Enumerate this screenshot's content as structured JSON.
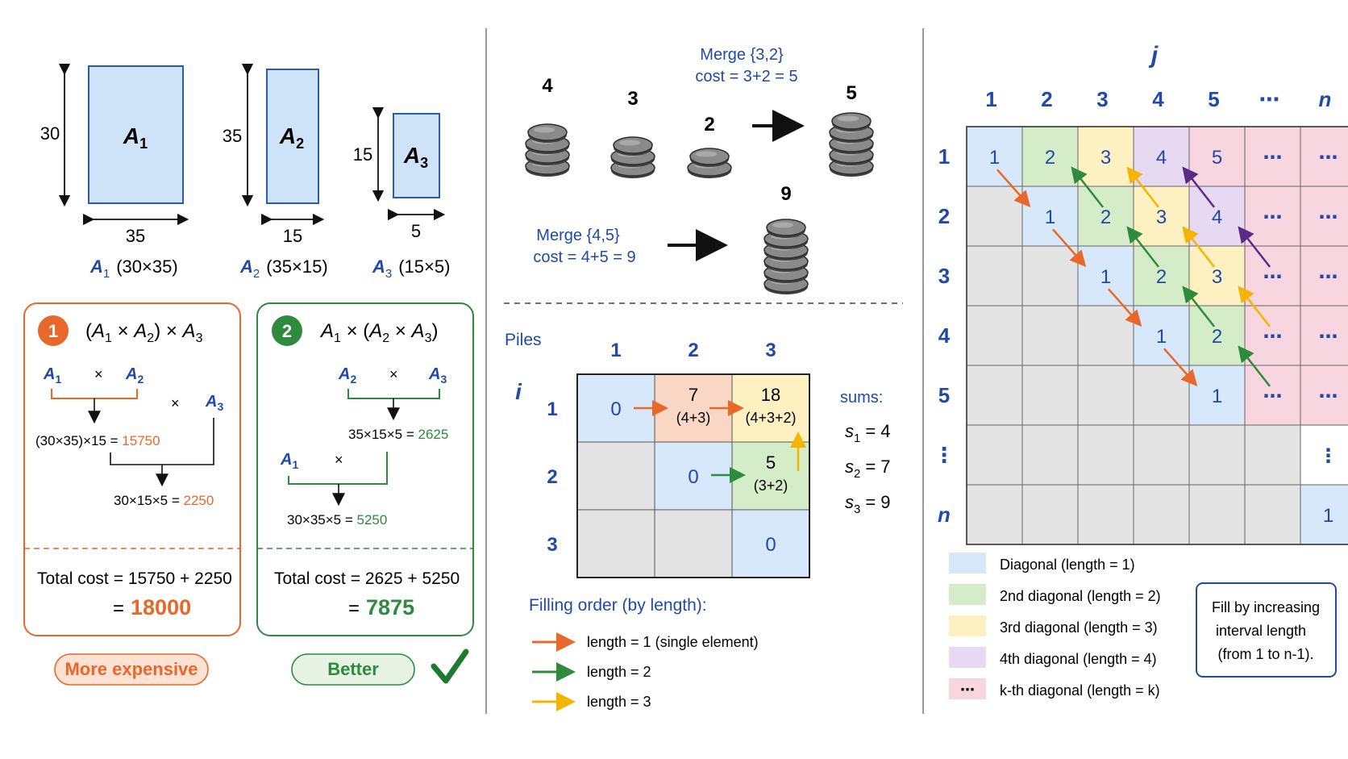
{
  "colors": {
    "orange": "#e8672a",
    "green": "#2e8b3e",
    "yellow": "#f5b400",
    "blue_text": "#1f4aa8",
    "purple": "#5b2a86",
    "len1": "#d6e8f9",
    "len2": "#d5ecc8",
    "len3": "#fdf1c2",
    "len4": "#e6d9f1",
    "lenk": "#f7d6df",
    "gray": "#e4e4e4",
    "matrix_fill": "#cfe3f8",
    "matrix_stroke": "#2a5db0"
  },
  "panel1": {
    "matrices": [
      {
        "name": "A",
        "sub": "1",
        "height_label": "30",
        "width_label": "35",
        "caption_dims": "(30×35)"
      },
      {
        "name": "A",
        "sub": "2",
        "height_label": "35",
        "width_label": "15",
        "caption_dims": "(35×15)"
      },
      {
        "name": "A",
        "sub": "3",
        "height_label": "15",
        "width_label": "5",
        "caption_dims": "(15×5)"
      }
    ],
    "option1": {
      "number": "1",
      "title_parts": [
        "(",
        "A",
        "1",
        " × ",
        "A",
        "2",
        ") × ",
        "A",
        "3"
      ],
      "op_times": "×",
      "step1_expr": "(30×35)×15 = ",
      "step1_val": "15750",
      "step2_expr": "30×15×5 = ",
      "step2_val": "2250",
      "total_label": "Total cost",
      "total_expr": "= 15750 + 2250",
      "eq": "=",
      "total_value": "18000",
      "verdict": "More expensive"
    },
    "option2": {
      "number": "2",
      "step1_expr": "35×15×5 = ",
      "step1_val": "2625",
      "step2_expr": "30×35×5 = ",
      "step2_val": "5250",
      "total_label": "Total cost",
      "total_expr": "= 2625 + 5250",
      "eq": "=",
      "total_value": "7875",
      "verdict": "Better"
    }
  },
  "panel2": {
    "piles": [
      "4",
      "3",
      "2"
    ],
    "merge1": {
      "title": "Merge {3,2}",
      "cost": "cost = 3+2 = 5",
      "result": "5"
    },
    "merge2": {
      "title": "Merge {4,5}",
      "cost": "cost = 4+5 = 9",
      "result": "9"
    },
    "table": {
      "piles_label": "Piles",
      "i_label": "i",
      "col_headers": [
        "1",
        "2",
        "3"
      ],
      "row_headers": [
        "1",
        "2",
        "3"
      ],
      "cells": [
        [
          "0",
          "7|(4+3)",
          "18|(4+3+2)"
        ],
        [
          "",
          "0",
          "5|(3+2)"
        ],
        [
          "",
          "",
          "0"
        ]
      ]
    },
    "sums_label": "sums:",
    "sums": [
      {
        "sub": "1",
        "val": "= 4"
      },
      {
        "sub": "2",
        "val": "= 7"
      },
      {
        "sub": "3",
        "val": "= 9"
      }
    ],
    "filling_title": "Filling order (by length):",
    "filling": [
      {
        "color": "#e8672a",
        "text": "length = 1 (single element)"
      },
      {
        "color": "#2e8b3e",
        "text": "length = 2"
      },
      {
        "color": "#f5b400",
        "text": "length = 3"
      }
    ]
  },
  "panel3": {
    "j_label": "j",
    "col_headers": [
      "1",
      "2",
      "3",
      "4",
      "5",
      "⋯",
      "n"
    ],
    "row_headers": [
      "1",
      "2",
      "3",
      "4",
      "5",
      "⋮",
      "n"
    ],
    "legend": [
      {
        "color": "#d6e8f9",
        "text": "Diagonal (length = 1)"
      },
      {
        "color": "#d5ecc8",
        "text": "2nd diagonal (length = 2)"
      },
      {
        "color": "#fdf1c2",
        "text": "3rd diagonal (length = 3)"
      },
      {
        "color": "#e6d9f1",
        "text": "4th diagonal (length = 4)"
      },
      {
        "color": "#f7d6df",
        "text": "k-th diagonal (length = k)",
        "symbol": "⋯"
      }
    ],
    "note_lines": [
      "Fill by increasing",
      "interval length",
      "(from 1 to n-1)."
    ]
  }
}
